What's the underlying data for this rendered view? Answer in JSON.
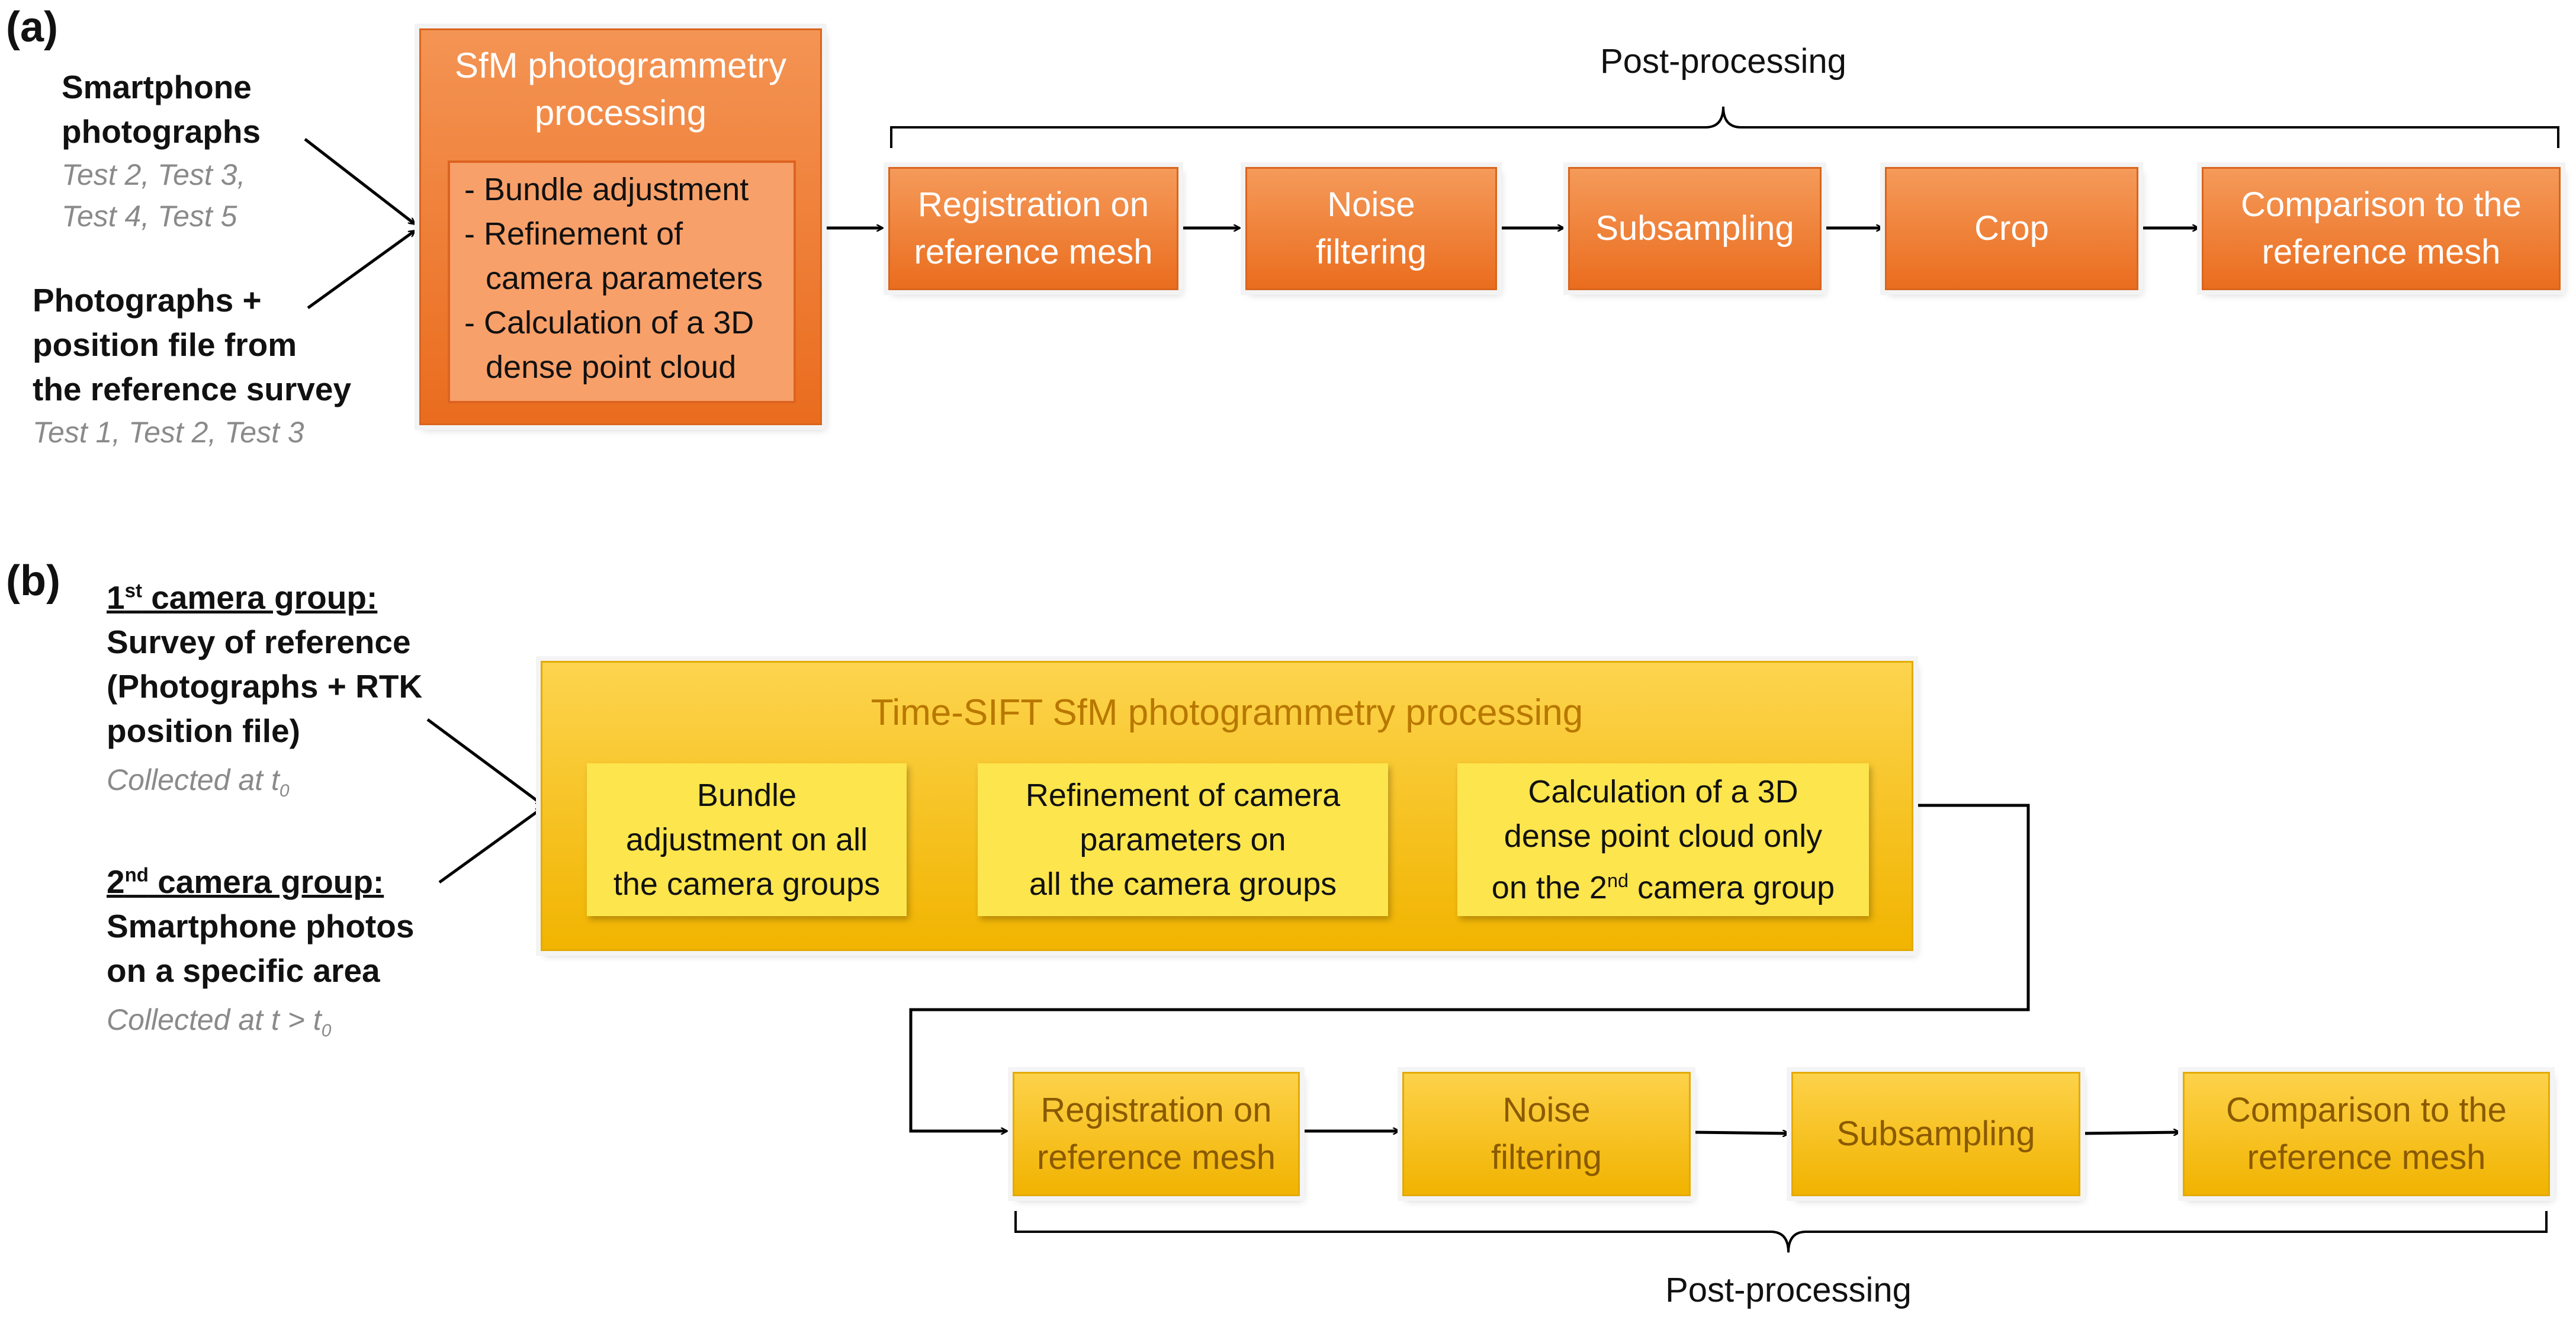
{
  "panel_a": {
    "label": "(a)",
    "input1": {
      "title_line1": "Smartphone",
      "title_line2": "photographs",
      "note_line1": "Test 2, Test 3,",
      "note_line2": "Test 4, Test 5"
    },
    "input2": {
      "title_line1": "Photographs +",
      "title_line2": "position file from",
      "title_line3": "the reference survey",
      "note": "Test 1, Test 2, Test 3"
    },
    "sfm": {
      "title_line1": "SfM photogrammetry",
      "title_line2": "processing",
      "steps": [
        "- Bundle adjustment",
        "- Refinement of camera parameters",
        "- Calculation of a 3D dense point cloud"
      ]
    },
    "post_label": "Post-processing",
    "boxes": [
      {
        "line1": "Registration on",
        "line2": "reference mesh"
      },
      {
        "line1": "Noise",
        "line2": "filtering"
      },
      {
        "line1": "Subsampling",
        "line2": ""
      },
      {
        "line1": "Crop",
        "line2": ""
      },
      {
        "line1": "Comparison to the",
        "line2": "reference mesh"
      }
    ]
  },
  "panel_b": {
    "label": "(b)",
    "group1": {
      "heading_num": "1",
      "heading_sup": "st",
      "heading_rest": " camera group:",
      "line2": "Survey of reference",
      "line3": "(Photographs + RTK",
      "line4": "position file)",
      "note_text": "Collected at t",
      "note_sub": "0"
    },
    "group2": {
      "heading_num": "2",
      "heading_sup": "nd",
      "heading_rest": " camera group:",
      "line2": "Smartphone photos",
      "line3": "on a specific area",
      "note_text": "Collected at t > t",
      "note_sub": "0"
    },
    "timesift": {
      "title": "Time-SIFT SfM photogrammetry processing",
      "steps": [
        {
          "line1": "Bundle",
          "line2": "adjustment on all",
          "line3": "the camera groups"
        },
        {
          "line1": "Refinement of camera",
          "line2": "parameters on",
          "line3": "all the camera groups"
        },
        {
          "line1": "Calculation of a 3D",
          "line2": "dense point cloud only",
          "line3a": "on the 2",
          "line3sup": "nd",
          "line3b": " camera group"
        }
      ]
    },
    "post_label": "Post-processing",
    "boxes": [
      {
        "line1": "Registration on",
        "line2": "reference mesh"
      },
      {
        "line1": "Noise",
        "line2": "filtering"
      },
      {
        "line1": "Subsampling",
        "line2": ""
      },
      {
        "line1": "Comparison to the",
        "line2": "reference mesh"
      }
    ]
  },
  "colors": {
    "orange": "#ea6d1e",
    "orange_light": "#f8a06a",
    "yellow": "#f1b400",
    "yellow_light": "#fde54d",
    "title_gold": "#b87800",
    "note_gray": "#8a8a8a"
  }
}
